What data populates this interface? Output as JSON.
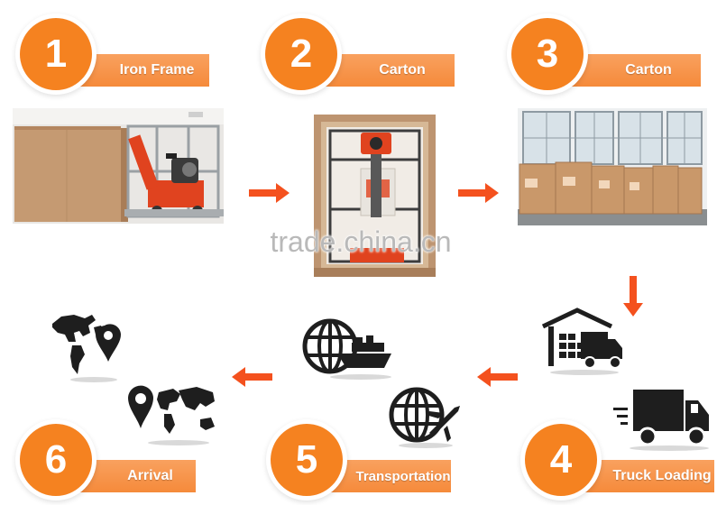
{
  "steps": [
    {
      "number": "1",
      "label": "Iron Frame"
    },
    {
      "number": "2",
      "label": "Carton"
    },
    {
      "number": "3",
      "label": "Carton"
    },
    {
      "number": "4",
      "label": "Truck Loading"
    },
    {
      "number": "5",
      "label": "Transportation"
    },
    {
      "number": "6",
      "label": "Arrival"
    }
  ],
  "watermark": "trade.china.cn",
  "colors": {
    "accent": "#f58220",
    "arrow": "#f4511e",
    "icon": "#1e1e1e"
  },
  "icons": [
    "world-map-pin-icon",
    "globe-ship-icon",
    "globe-plane-icon",
    "warehouse-truck-icon",
    "delivery-truck-icon"
  ]
}
